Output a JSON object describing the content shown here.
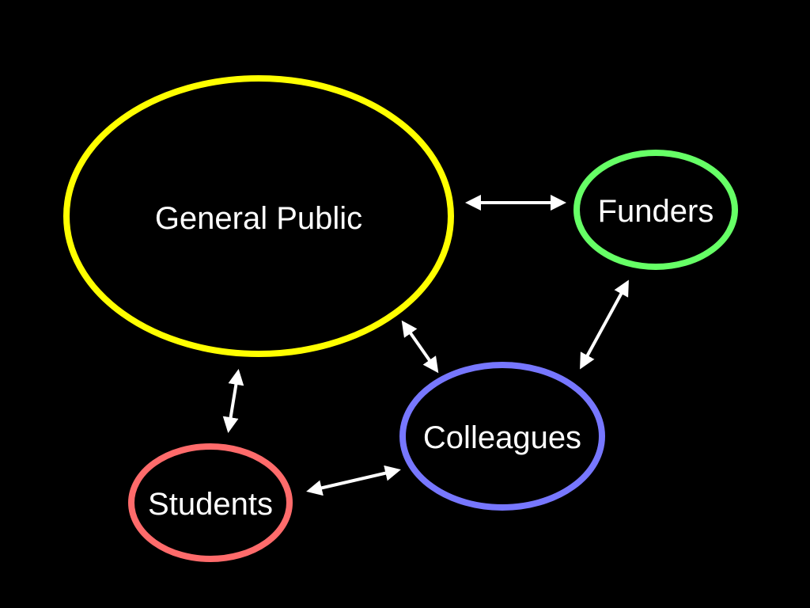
{
  "background_color": "#000000",
  "arrow_color": "#ffffff",
  "nodes": {
    "general_public": {
      "label": "General Public",
      "color": "#ffff00"
    },
    "funders": {
      "label": "Funders",
      "color": "#66ff66"
    },
    "colleagues": {
      "label": "Colleagues",
      "color": "#7777ff"
    },
    "students": {
      "label": "Students",
      "color": "#ff6b6b"
    }
  },
  "connections": [
    {
      "from": "General Public",
      "to": "Funders",
      "direction": "bidirectional"
    },
    {
      "from": "General Public",
      "to": "Colleagues",
      "direction": "bidirectional"
    },
    {
      "from": "General Public",
      "to": "Students",
      "direction": "bidirectional"
    },
    {
      "from": "Funders",
      "to": "Colleagues",
      "direction": "bidirectional"
    },
    {
      "from": "Students",
      "to": "Colleagues",
      "direction": "bidirectional"
    }
  ]
}
